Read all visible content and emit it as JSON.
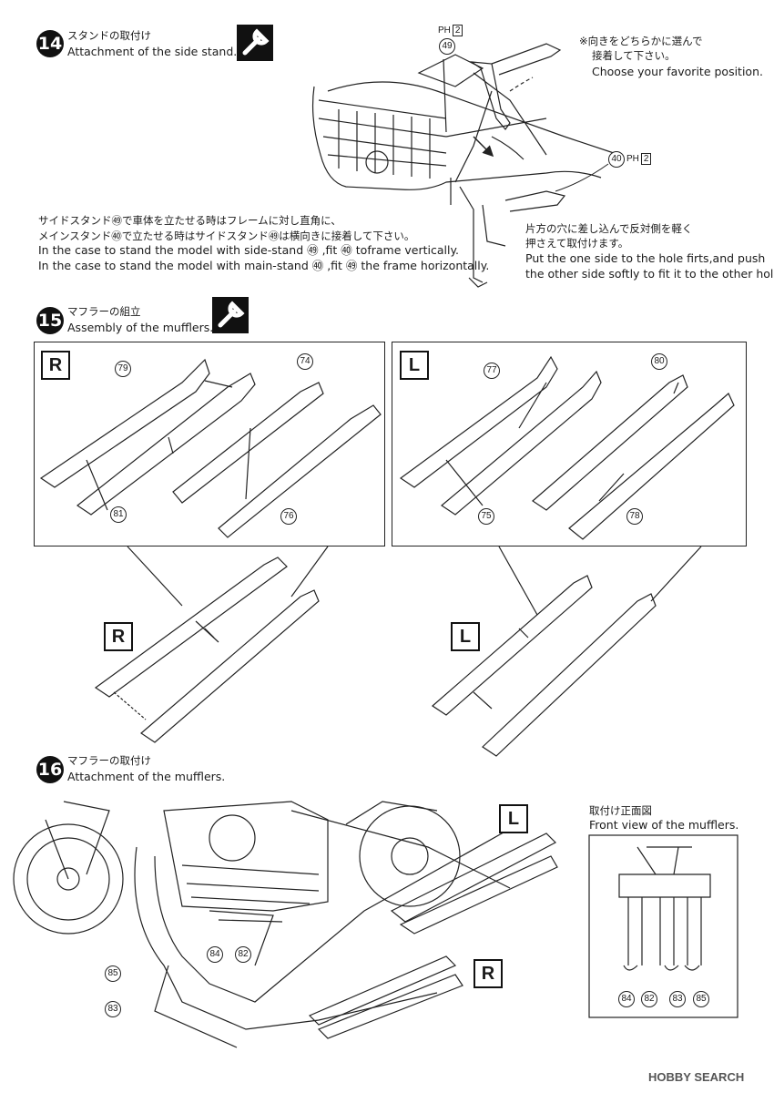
{
  "step14": {
    "number": "14",
    "title_jp": "スタンドの取付け",
    "title_en": "Attachment of the side stand.",
    "note_jp_1": "※向きをどちらかに選んで",
    "note_jp_2": "接着して下さい。",
    "note_en": "Choose your favorite position.",
    "instr_jp_1": "サイドスタンド㊾で車体を立たせる時はフレームに対し直角に、",
    "instr_jp_2": "メインスタンド㊵で立たせる時はサイドスタンド㊾は横向きに接着して下さい。",
    "instr_en_1": "In the case to stand the model with side-stand ㊾ ,fit ㊵ toframe vertically.",
    "instr_en_2": "In the case to stand the model with main-stand ㊵ ,fit ㊾ the frame horizontally.",
    "hole_jp_1": "片方の穴に差し込んで反対側を軽く",
    "hole_jp_2": "押さえて取付けます。",
    "hole_en_1": "Put the one side to the hole firts,and push",
    "hole_en_2": "the other side softly to fit it to the other hole.",
    "part_a": "49",
    "part_b": "40",
    "ph_label": "PH",
    "ph_count": "2"
  },
  "step15": {
    "number": "15",
    "title_jp": "マフラーの組立",
    "title_en": "Assembly of the mufflers.",
    "side_r": "R",
    "side_l": "L",
    "parts_r": [
      "79",
      "81",
      "74",
      "76"
    ],
    "parts_l": [
      "77",
      "75",
      "80",
      "78"
    ]
  },
  "step16": {
    "number": "16",
    "title_jp": "マフラーの取付け",
    "title_en": "Attachment of the mufflers.",
    "side_l": "L",
    "side_r": "R",
    "parts": [
      "84",
      "82",
      "85",
      "83"
    ],
    "front_view_jp": "取付け正面図",
    "front_view_en": "Front view of the mufflers.",
    "front_parts": [
      "84",
      "82",
      "83",
      "85"
    ]
  },
  "watermark": "HOBBY SEARCH",
  "colors": {
    "ink": "#1a1a1a",
    "paper": "#ffffff"
  }
}
